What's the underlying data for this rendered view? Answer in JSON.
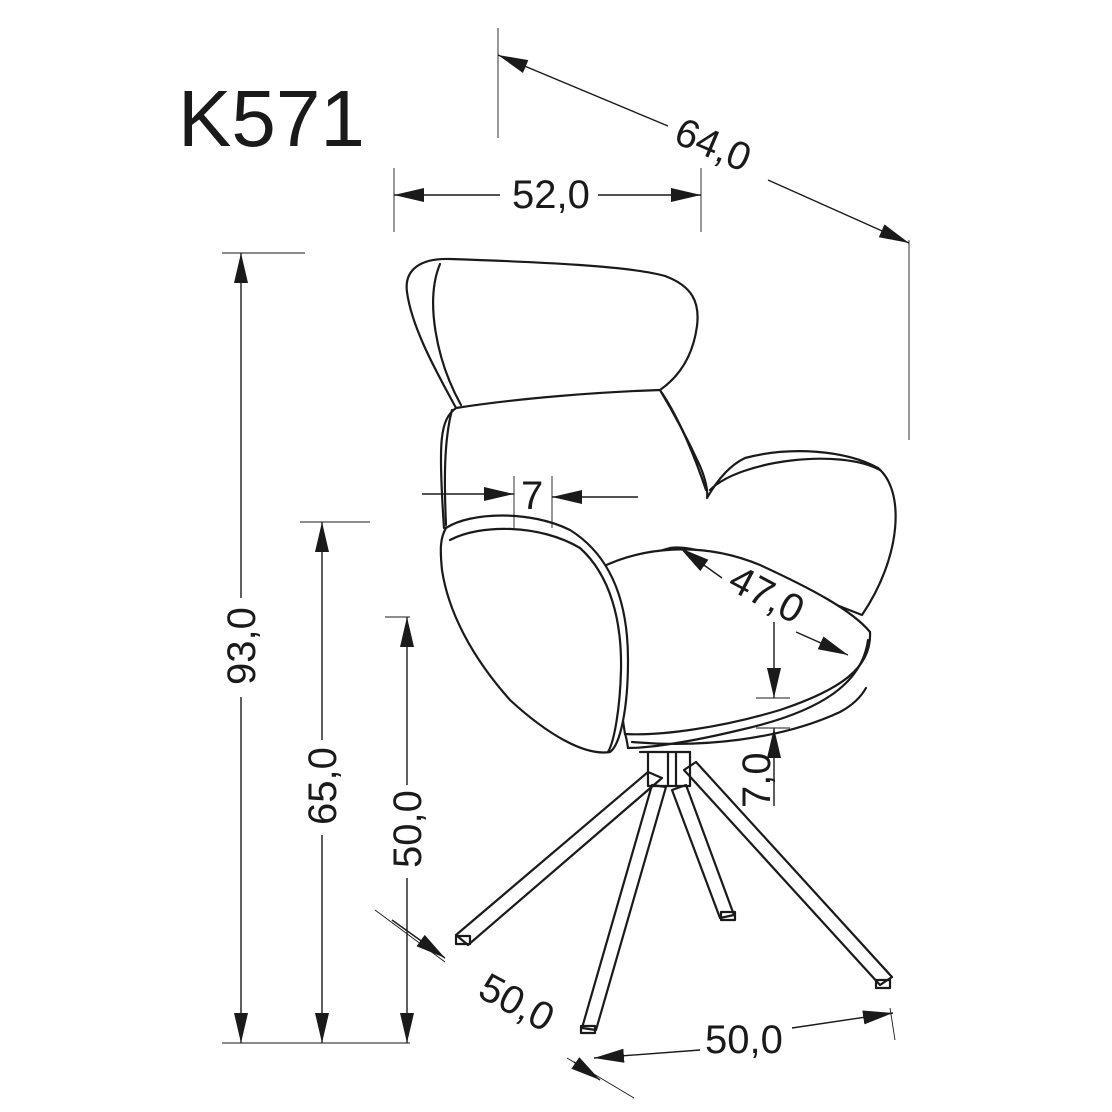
{
  "product": {
    "model": "K571"
  },
  "dimensions": {
    "overall_depth": "64,0",
    "width": "52,0",
    "total_height": "93,0",
    "armrest_height": "65,0",
    "seat_height": "50,0",
    "seat_depth": "47,0",
    "seat_thickness": "7,0",
    "armrest_width": "7",
    "base_depth": "50,0",
    "base_width": "50,0"
  },
  "colors": {
    "line": "#1a1a1a",
    "background": "#ffffff"
  }
}
